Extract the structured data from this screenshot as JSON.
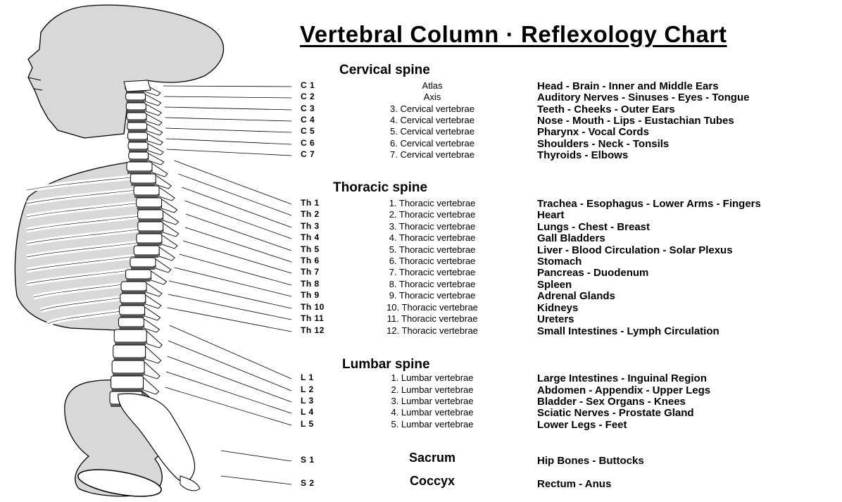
{
  "title": "Vertebral Column · Reflexology Chart",
  "colors": {
    "body_fill": "#d8d8d8",
    "bone_fill": "#ffffff",
    "disc_fill": "#555555",
    "line": "#000000"
  },
  "sections": [
    {
      "heading": "Cervical spine",
      "rows": [
        {
          "code": "C 1",
          "vertebra": "Atlas",
          "organs": "Head - Brain - Inner and Middle Ears"
        },
        {
          "code": "C 2",
          "vertebra": "Axis",
          "organs": "Auditory Nerves - Sinuses - Eyes - Tongue"
        },
        {
          "code": "C 3",
          "vertebra": "3. Cervical vertebrae",
          "organs": "Teeth - Cheeks - Outer Ears"
        },
        {
          "code": "C 4",
          "vertebra": "4. Cervical vertebrae",
          "organs": "Nose - Mouth - Lips - Eustachian Tubes"
        },
        {
          "code": "C 5",
          "vertebra": "5. Cervical vertebrae",
          "organs": "Pharynx - Vocal Cords"
        },
        {
          "code": "C 6",
          "vertebra": "6. Cervical vertebrae",
          "organs": "Shoulders - Neck - Tonsils"
        },
        {
          "code": "C 7",
          "vertebra": "7. Cervical vertebrae",
          "organs": "Thyroids - Elbows"
        }
      ]
    },
    {
      "heading": "Thoracic spine",
      "rows": [
        {
          "code": "Th 1",
          "vertebra": "1. Thoracic vertebrae",
          "organs": "Trachea - Esophagus - Lower Arms - Fingers"
        },
        {
          "code": "Th 2",
          "vertebra": "2. Thoracic vertebrae",
          "organs": "Heart"
        },
        {
          "code": "Th 3",
          "vertebra": "3. Thoracic vertebrae",
          "organs": "Lungs - Chest - Breast"
        },
        {
          "code": "Th 4",
          "vertebra": "4. Thoracic vertebrae",
          "organs": "Gall Bladders"
        },
        {
          "code": "Th 5",
          "vertebra": "5. Thoracic vertebrae",
          "organs": "Liver - Blood Circulation - Solar Plexus"
        },
        {
          "code": "Th 6",
          "vertebra": "6. Thoracic vertebrae",
          "organs": "Stomach"
        },
        {
          "code": "Th 7",
          "vertebra": "7. Thoracic vertebrae",
          "organs": "Pancreas - Duodenum"
        },
        {
          "code": "Th 8",
          "vertebra": "8. Thoracic vertebrae",
          "organs": "Spleen"
        },
        {
          "code": "Th 9",
          "vertebra": "9. Thoracic vertebrae",
          "organs": "Adrenal Glands"
        },
        {
          "code": "Th 10",
          "vertebra": "10. Thoracic vertebrae",
          "organs": "Kidneys"
        },
        {
          "code": "Th 11",
          "vertebra": "11. Thoracic vertebrae",
          "organs": "Ureters"
        },
        {
          "code": "Th 12",
          "vertebra": "12. Thoracic vertebrae",
          "organs": "Small Intestines - Lymph Circulation"
        }
      ]
    },
    {
      "heading": "Lumbar spine",
      "rows": [
        {
          "code": "L 1",
          "vertebra": "1. Lumbar vertebrae",
          "organs": "Large Intestines - Inguinal Region"
        },
        {
          "code": "L 2",
          "vertebra": "2. Lumbar vertebrae",
          "organs": "Abdomen - Appendix - Upper Legs"
        },
        {
          "code": "L 3",
          "vertebra": "3. Lumbar vertebrae",
          "organs": "Bladder - Sex Organs - Knees"
        },
        {
          "code": "L 4",
          "vertebra": "4. Lumbar vertebrae",
          "organs": "Sciatic Nerves - Prostate Gland"
        },
        {
          "code": "L 5",
          "vertebra": "5. Lumbar vertebrae",
          "organs": "Lower Legs - Feet"
        }
      ]
    },
    {
      "heading": "",
      "rows": [
        {
          "code": "S 1",
          "vertebra": "Sacrum",
          "organs": "Hip Bones - Buttocks",
          "big": true
        },
        {
          "code": "S 2",
          "vertebra": "Coccyx",
          "organs": "Rectum - Anus",
          "big": true
        }
      ]
    }
  ]
}
